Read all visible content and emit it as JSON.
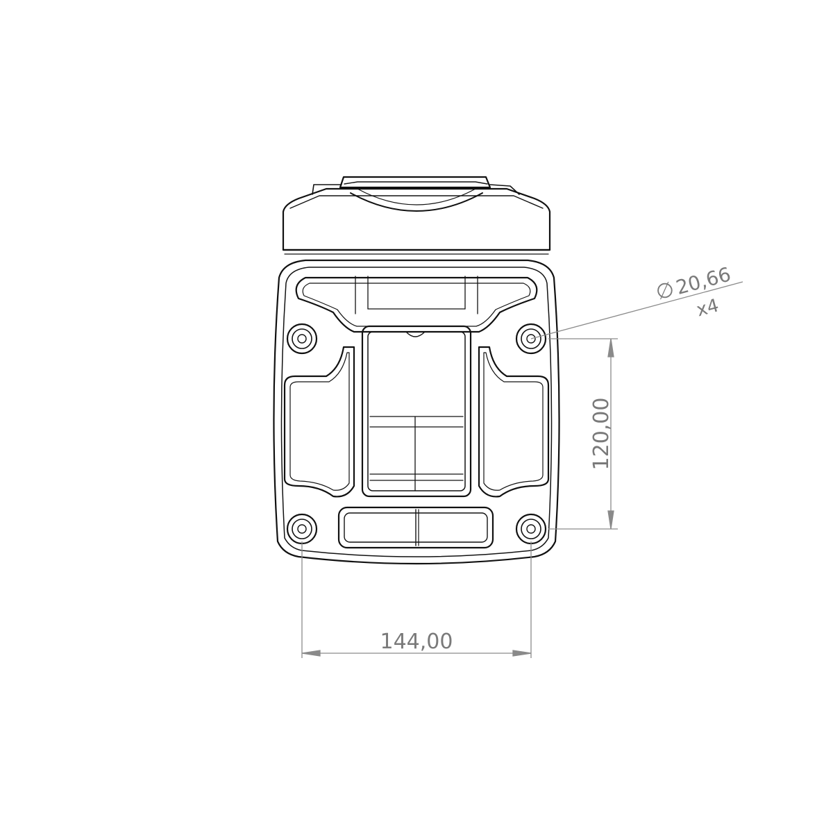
{
  "dimensions": {
    "hole_diameter_symbol": "∅",
    "hole_diameter_value": "20,66",
    "hole_count": "x4",
    "vertical_spacing": "120,00",
    "horizontal_spacing": "144,00"
  },
  "colors": {
    "outline": "#111111",
    "dimension": "#8a8a8a",
    "background": "#ffffff"
  }
}
